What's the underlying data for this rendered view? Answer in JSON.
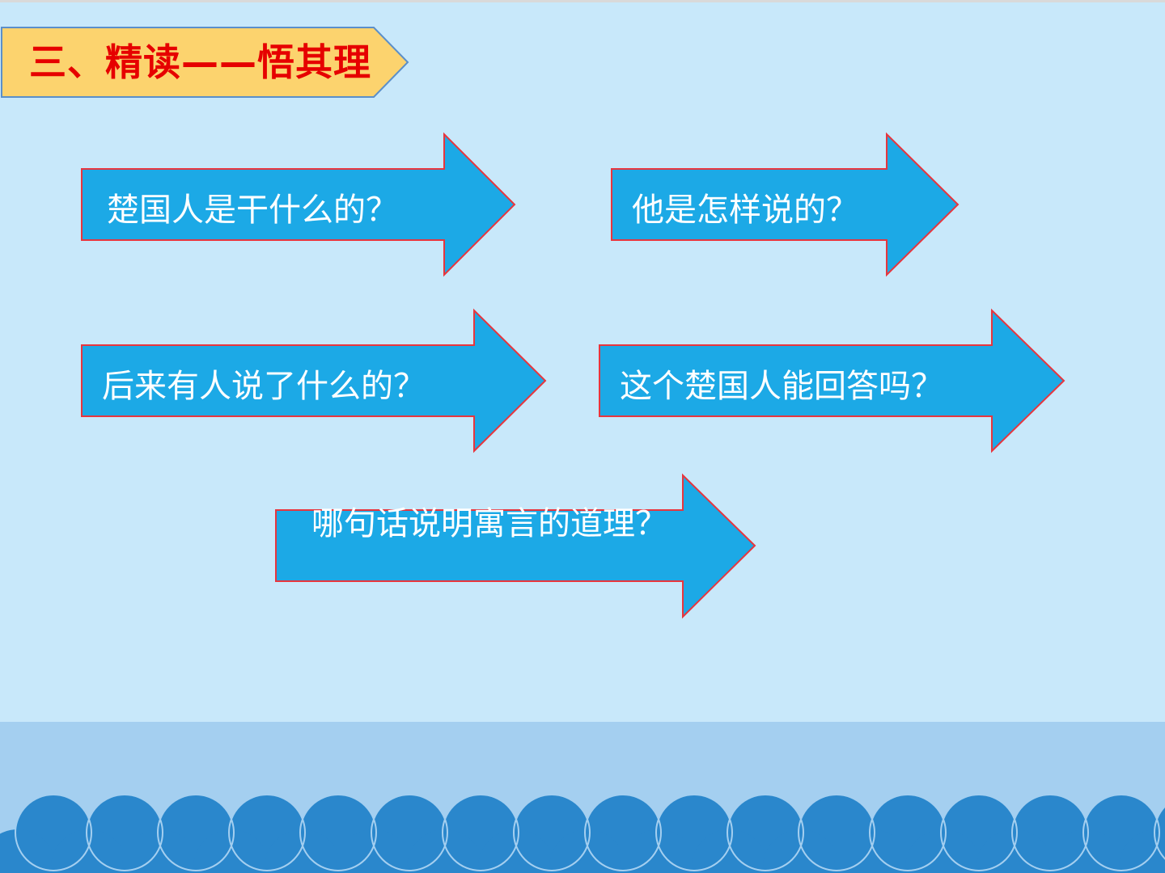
{
  "slide": {
    "title": "三、精读——悟其理",
    "questions": [
      "楚国人是干什么的？",
      "他是怎样说的？",
      "后来有人说了什么的？",
      "这个楚国人能回答吗？",
      "哪句话说明寓言的道理？"
    ]
  },
  "colors": {
    "background": "#c8e8fa",
    "bottom_band": "#a4cff0",
    "wave": "#2a87cc",
    "arrow_fill": "#1ca9e6",
    "arrow_border": "#e8353d",
    "title_tag_fill": "#fcd36e",
    "title_text": "#e60000",
    "question_text": "#ffffff"
  }
}
